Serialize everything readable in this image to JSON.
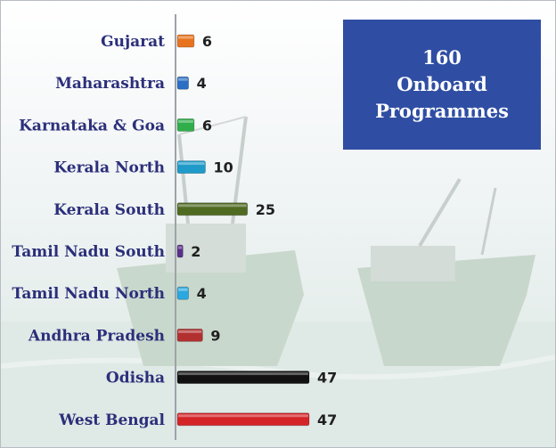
{
  "callout": {
    "line1": "160",
    "line2": "Onboard",
    "line3": "Programmes"
  },
  "chart_data": {
    "type": "bar",
    "orientation": "horizontal",
    "categories": [
      "Gujarat",
      "Maharashtra",
      "Karnataka & Goa",
      "Kerala North",
      "Kerala South",
      "Tamil Nadu South",
      "Tamil Nadu North",
      "Andhra Pradesh",
      "Odisha",
      "West Bengal"
    ],
    "values": [
      6,
      4,
      6,
      10,
      25,
      2,
      4,
      9,
      47,
      47
    ],
    "colors": [
      "#e8731f",
      "#2c6fc4",
      "#2fae4a",
      "#1f9bc9",
      "#4f6b22",
      "#5a2f8c",
      "#2ba8df",
      "#b23030",
      "#111111",
      "#d42428"
    ],
    "xlim": [
      0,
      47
    ],
    "grid": false,
    "legend": "none"
  }
}
